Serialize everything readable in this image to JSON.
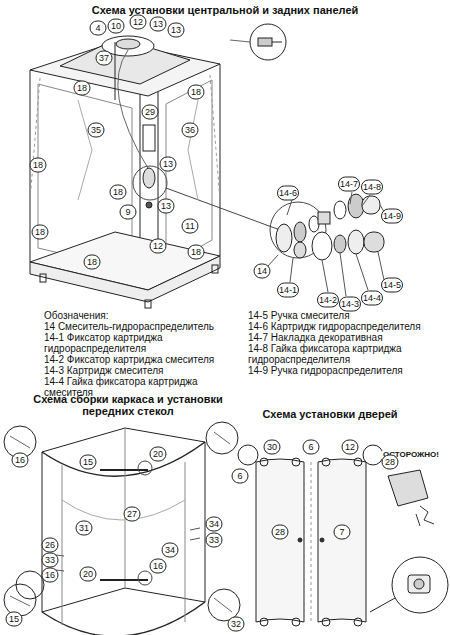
{
  "diagram": {
    "title": "Схема установки центральной и задних панелей",
    "labels": [
      "Схема сборки каркаса и установки передних стекол",
      "Схема установки дверей",
      "ОСТОРОЖНО!",
      "Обозначения:",
      "14 Смеситель-гидрораспределитель",
      "14-1 Фиксатор картриджа гидрораспределителя",
      "14-2 Фиксатор картриджа смесителя",
      "14-3 Картридж смесителя",
      "14-4 Гайка фиксатора картриджа смесителя",
      "14-5 Ручка смесителя",
      "14-6 Картридж гидрораспределителя",
      "14-7 Накладка декоративная",
      "14-8 Гайка фиксатора картриджа гидрораспределителя",
      "14-9 Ручка гидрораспределителя",
      "4",
      "10",
      "12",
      "13",
      "13",
      "37",
      "18",
      "18",
      "29",
      "35",
      "36",
      "13",
      "18",
      "18",
      "11",
      "9",
      "13",
      "18",
      "12",
      "18",
      "18",
      "14-6",
      "14-7",
      "14-8",
      "14-9",
      "14",
      "14-1",
      "14-2",
      "14-3",
      "14-4",
      "14-5",
      "16",
      "15",
      "20",
      "34",
      "33",
      "26",
      "31",
      "27",
      "34",
      "33",
      "16",
      "15",
      "20",
      "16",
      "32",
      "6",
      "30",
      "6",
      "12",
      "28",
      "28",
      "7"
    ]
  }
}
